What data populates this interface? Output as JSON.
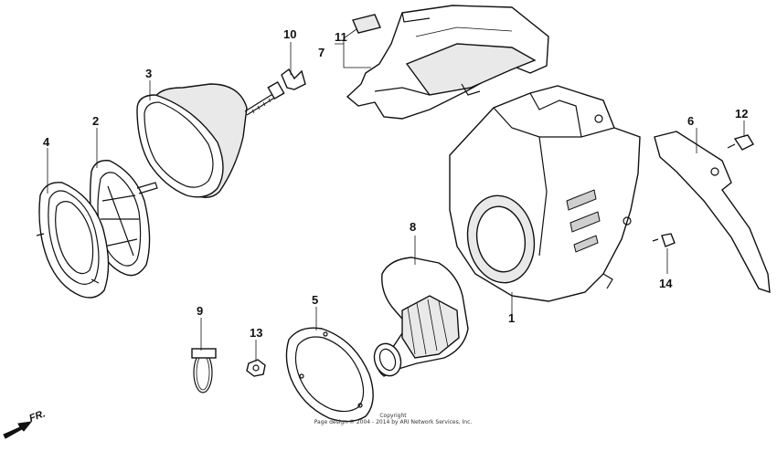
{
  "callouts": [
    {
      "id": "c1",
      "text": "1"
    },
    {
      "id": "c2",
      "text": "2"
    },
    {
      "id": "c3",
      "text": "3"
    },
    {
      "id": "c4",
      "text": "4"
    },
    {
      "id": "c5",
      "text": "5"
    },
    {
      "id": "c6",
      "text": "6"
    },
    {
      "id": "c7",
      "text": "7"
    },
    {
      "id": "c8",
      "text": "8"
    },
    {
      "id": "c9",
      "text": "9"
    },
    {
      "id": "c10",
      "text": "10"
    },
    {
      "id": "c11",
      "text": "11"
    },
    {
      "id": "c12",
      "text": "12"
    },
    {
      "id": "c13",
      "text": "13"
    },
    {
      "id": "c14",
      "text": "14"
    }
  ],
  "direction_label": "FR.",
  "copyright": {
    "line1": "Copyright",
    "line2": "Page design © 2004 - 2014 by ARI Network Services, Inc."
  }
}
